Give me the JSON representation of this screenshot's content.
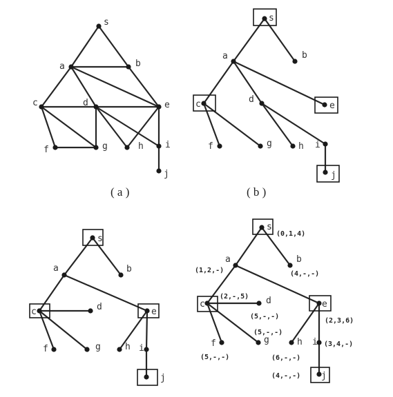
{
  "captions": {
    "a": "( a )",
    "b": "( b )"
  },
  "node_labels": {
    "s": "s",
    "a": "a",
    "b": "b",
    "c": "c",
    "d": "d",
    "e": "e",
    "f": "f",
    "g": "g",
    "h": "h",
    "i": "i",
    "j": "j"
  },
  "annotations": {
    "s": "(0,1,4)",
    "a": "(1,2,-)",
    "b": "(4,-,-)",
    "c": "(2,-,5)",
    "d": "(5,-,-)",
    "e": "(2,3,6)",
    "f": "(5,-,-)",
    "g": "(5,-,-)",
    "h": "(6,-,-)",
    "i": "(3,4,-)",
    "j": "(4,-,-)"
  }
}
